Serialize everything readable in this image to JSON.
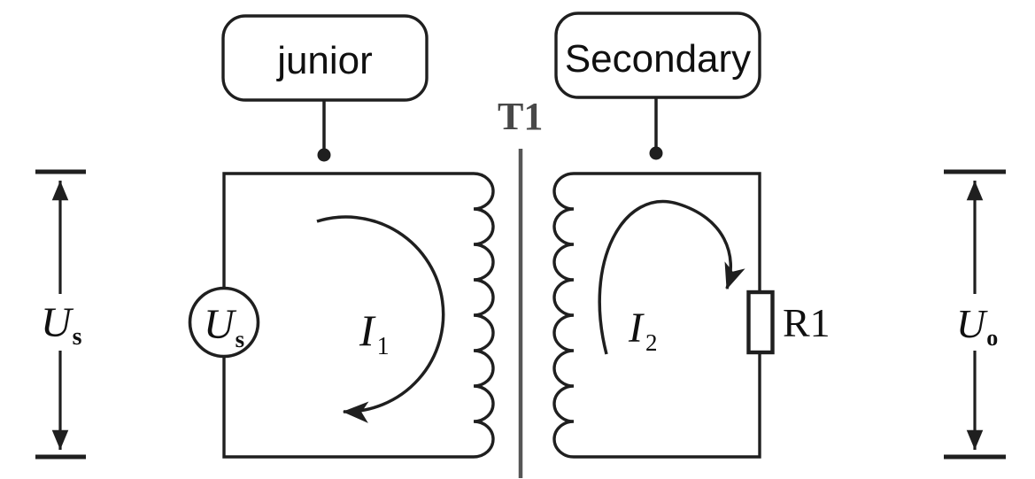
{
  "diagram": {
    "title_boxes": {
      "primary": "junior",
      "secondary": "Secondary"
    },
    "transformer": {
      "label": "T1"
    },
    "resistor": {
      "label": "R1"
    },
    "source_label": {
      "symbol": "U",
      "subscript": "s"
    },
    "input_voltage": {
      "symbol": "U",
      "subscript": "s"
    },
    "output_voltage": {
      "symbol": "U",
      "subscript": "o"
    },
    "primary_current": {
      "symbol": "I",
      "subscript": "1"
    },
    "secondary_current": {
      "symbol": "I",
      "subscript": "2"
    },
    "colors": {
      "line": "#1f1f1f",
      "core_line": "#565656",
      "muted_text": "#484848",
      "text": "#101010",
      "background": "#ffffff"
    }
  }
}
